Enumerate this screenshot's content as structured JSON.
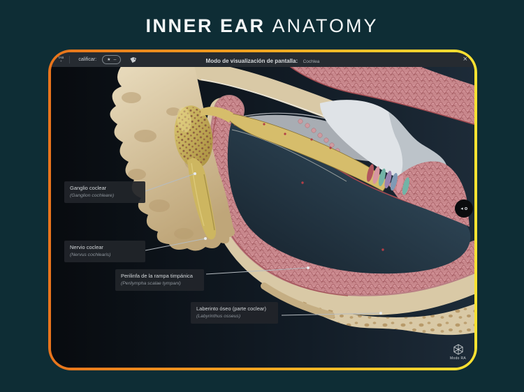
{
  "page": {
    "title_bold": "INNER EAR",
    "title_light": "ANATOMY",
    "background_color": "#0e2d35"
  },
  "frame": {
    "border_gradient_start": "#e8741c",
    "border_gradient_end": "#f8e232"
  },
  "app": {
    "topbar": {
      "tab_badge_top": "TAB",
      "tab_badge_bottom": "+",
      "rate_label": "calificar:",
      "rating_pill": {
        "star": "★",
        "dash": "–"
      },
      "title_prefix": "Modo de visualización de pantalla:",
      "title_value": "Cochlea",
      "close_glyph": "×"
    },
    "labels": [
      {
        "name": "Ganglio coclear",
        "latin": "(Ganglion cochleare)"
      },
      {
        "name": "Nervio coclear",
        "latin": "(Nervus cochlearis)"
      },
      {
        "name": "Perilinfa de la rampa timpánica",
        "latin": "(Perilympha scalae tympani)"
      },
      {
        "name": "Laberinto óseo (parte coclear)",
        "latin": "(Labyrinthus osseus)"
      }
    ],
    "ar_button": {
      "label": "Modo RA"
    },
    "side_handle": {
      "chevron": "◂"
    }
  },
  "colors": {
    "bone_cream": "#d9c9a6",
    "bone_shadow": "#b89a6c",
    "tissue_pink": "#c9888d",
    "tissue_rim_red": "#a04a50",
    "ganglion_yellow": "#d2b95e",
    "perilymph_dark": "#22333f",
    "membrane_white": "#dfe3e7",
    "membrane_gray": "#a8adb3",
    "label_box": "#21252a",
    "topbar_bg": "#262b31",
    "screen_bg": "#0b1117"
  }
}
